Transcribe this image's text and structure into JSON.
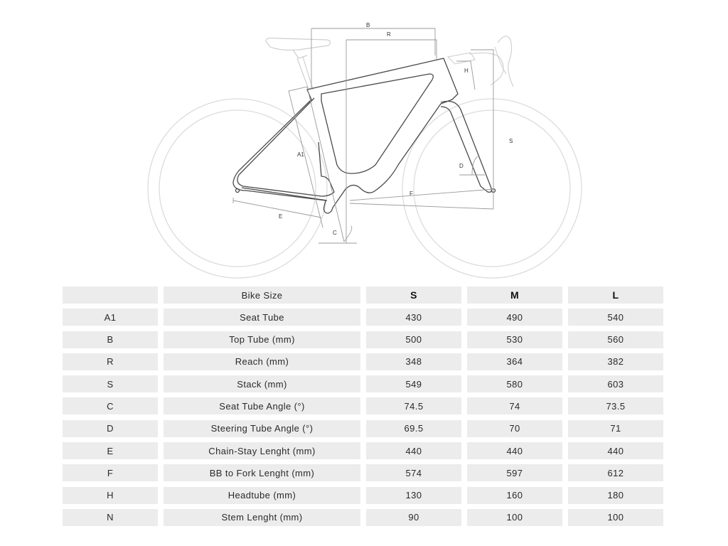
{
  "diagram": {
    "labels": {
      "b": "B",
      "r": "R",
      "h": "H",
      "s": "S",
      "a1": "A1",
      "d": "D",
      "f": "F",
      "e": "E",
      "c": "C"
    }
  },
  "table": {
    "header": {
      "label": "Bike Size",
      "sizes": [
        "S",
        "M",
        "L"
      ]
    },
    "rows": [
      {
        "code": "A1",
        "label": "Seat Tube",
        "values": [
          "430",
          "490",
          "540"
        ]
      },
      {
        "code": "B",
        "label": "Top Tube (mm)",
        "values": [
          "500",
          "530",
          "560"
        ]
      },
      {
        "code": "R",
        "label": "Reach (mm)",
        "values": [
          "348",
          "364",
          "382"
        ]
      },
      {
        "code": "S",
        "label": "Stack (mm)",
        "values": [
          "549",
          "580",
          "603"
        ]
      },
      {
        "code": "C",
        "label": "Seat Tube Angle (°)",
        "values": [
          "74.5",
          "74",
          "73.5"
        ]
      },
      {
        "code": "D",
        "label": "Steering Tube Angle (°)",
        "values": [
          "69.5",
          "70",
          "71"
        ]
      },
      {
        "code": "E",
        "label": "Chain-Stay Lenght (mm)",
        "values": [
          "440",
          "440",
          "440"
        ]
      },
      {
        "code": "F",
        "label": "BB to Fork Lenght (mm)",
        "values": [
          "574",
          "597",
          "612"
        ]
      },
      {
        "code": "H",
        "label": "Headtube (mm)",
        "values": [
          "130",
          "160",
          "180"
        ]
      },
      {
        "code": "N",
        "label": "Stem Lenght (mm)",
        "values": [
          "90",
          "100",
          "100"
        ]
      }
    ]
  }
}
